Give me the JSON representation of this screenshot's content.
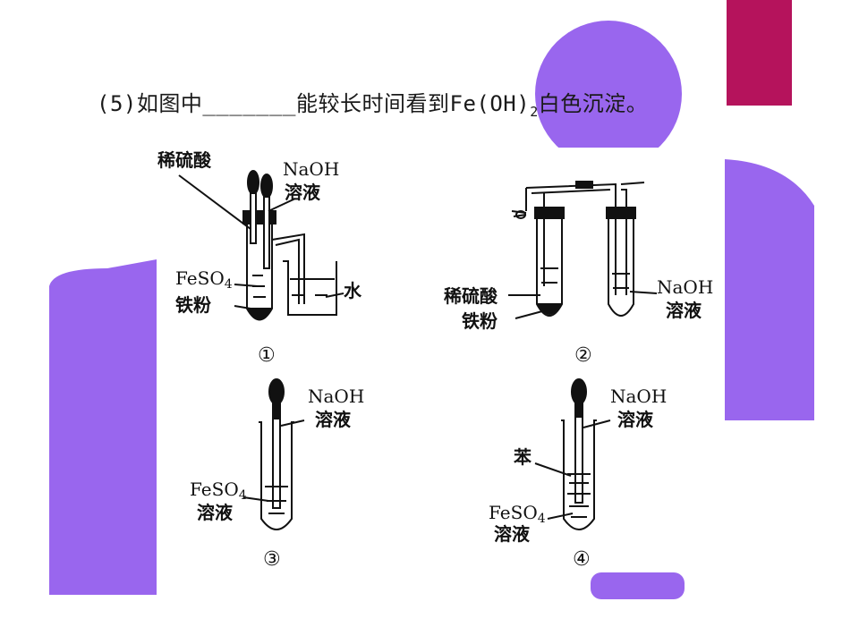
{
  "question": {
    "prefix": "(5)如图中",
    "blank": "_______",
    "middle": "能较长时间看到Fe(OH)",
    "subscript": "2",
    "suffix": "白色沉淀。"
  },
  "figures": [
    {
      "number": "①",
      "labels": {
        "acid": "稀硫酸",
        "naoh_1": "NaOH",
        "naoh_2": "溶液",
        "feso4_base": "FeSO",
        "feso4_sub": "4",
        "iron": "铁粉",
        "water": "水"
      }
    },
    {
      "number": "②",
      "labels": {
        "acid": "稀硫酸",
        "iron": "铁粉",
        "naoh_1": "NaOH",
        "naoh_2": "溶液"
      }
    },
    {
      "number": "③",
      "labels": {
        "naoh_1": "NaOH",
        "naoh_2": "溶液",
        "feso4_base": "FeSO",
        "feso4_sub": "4",
        "feso4_2": "溶液"
      }
    },
    {
      "number": "④",
      "labels": {
        "naoh_1": "NaOH",
        "naoh_2": "溶液",
        "benzene": "苯",
        "feso4_base": "FeSO",
        "feso4_sub": "4",
        "feso4_2": "溶液"
      }
    }
  ],
  "colors": {
    "accent_purple": "#9966ee",
    "accent_magenta": "#b5135c",
    "line": "#111111"
  }
}
